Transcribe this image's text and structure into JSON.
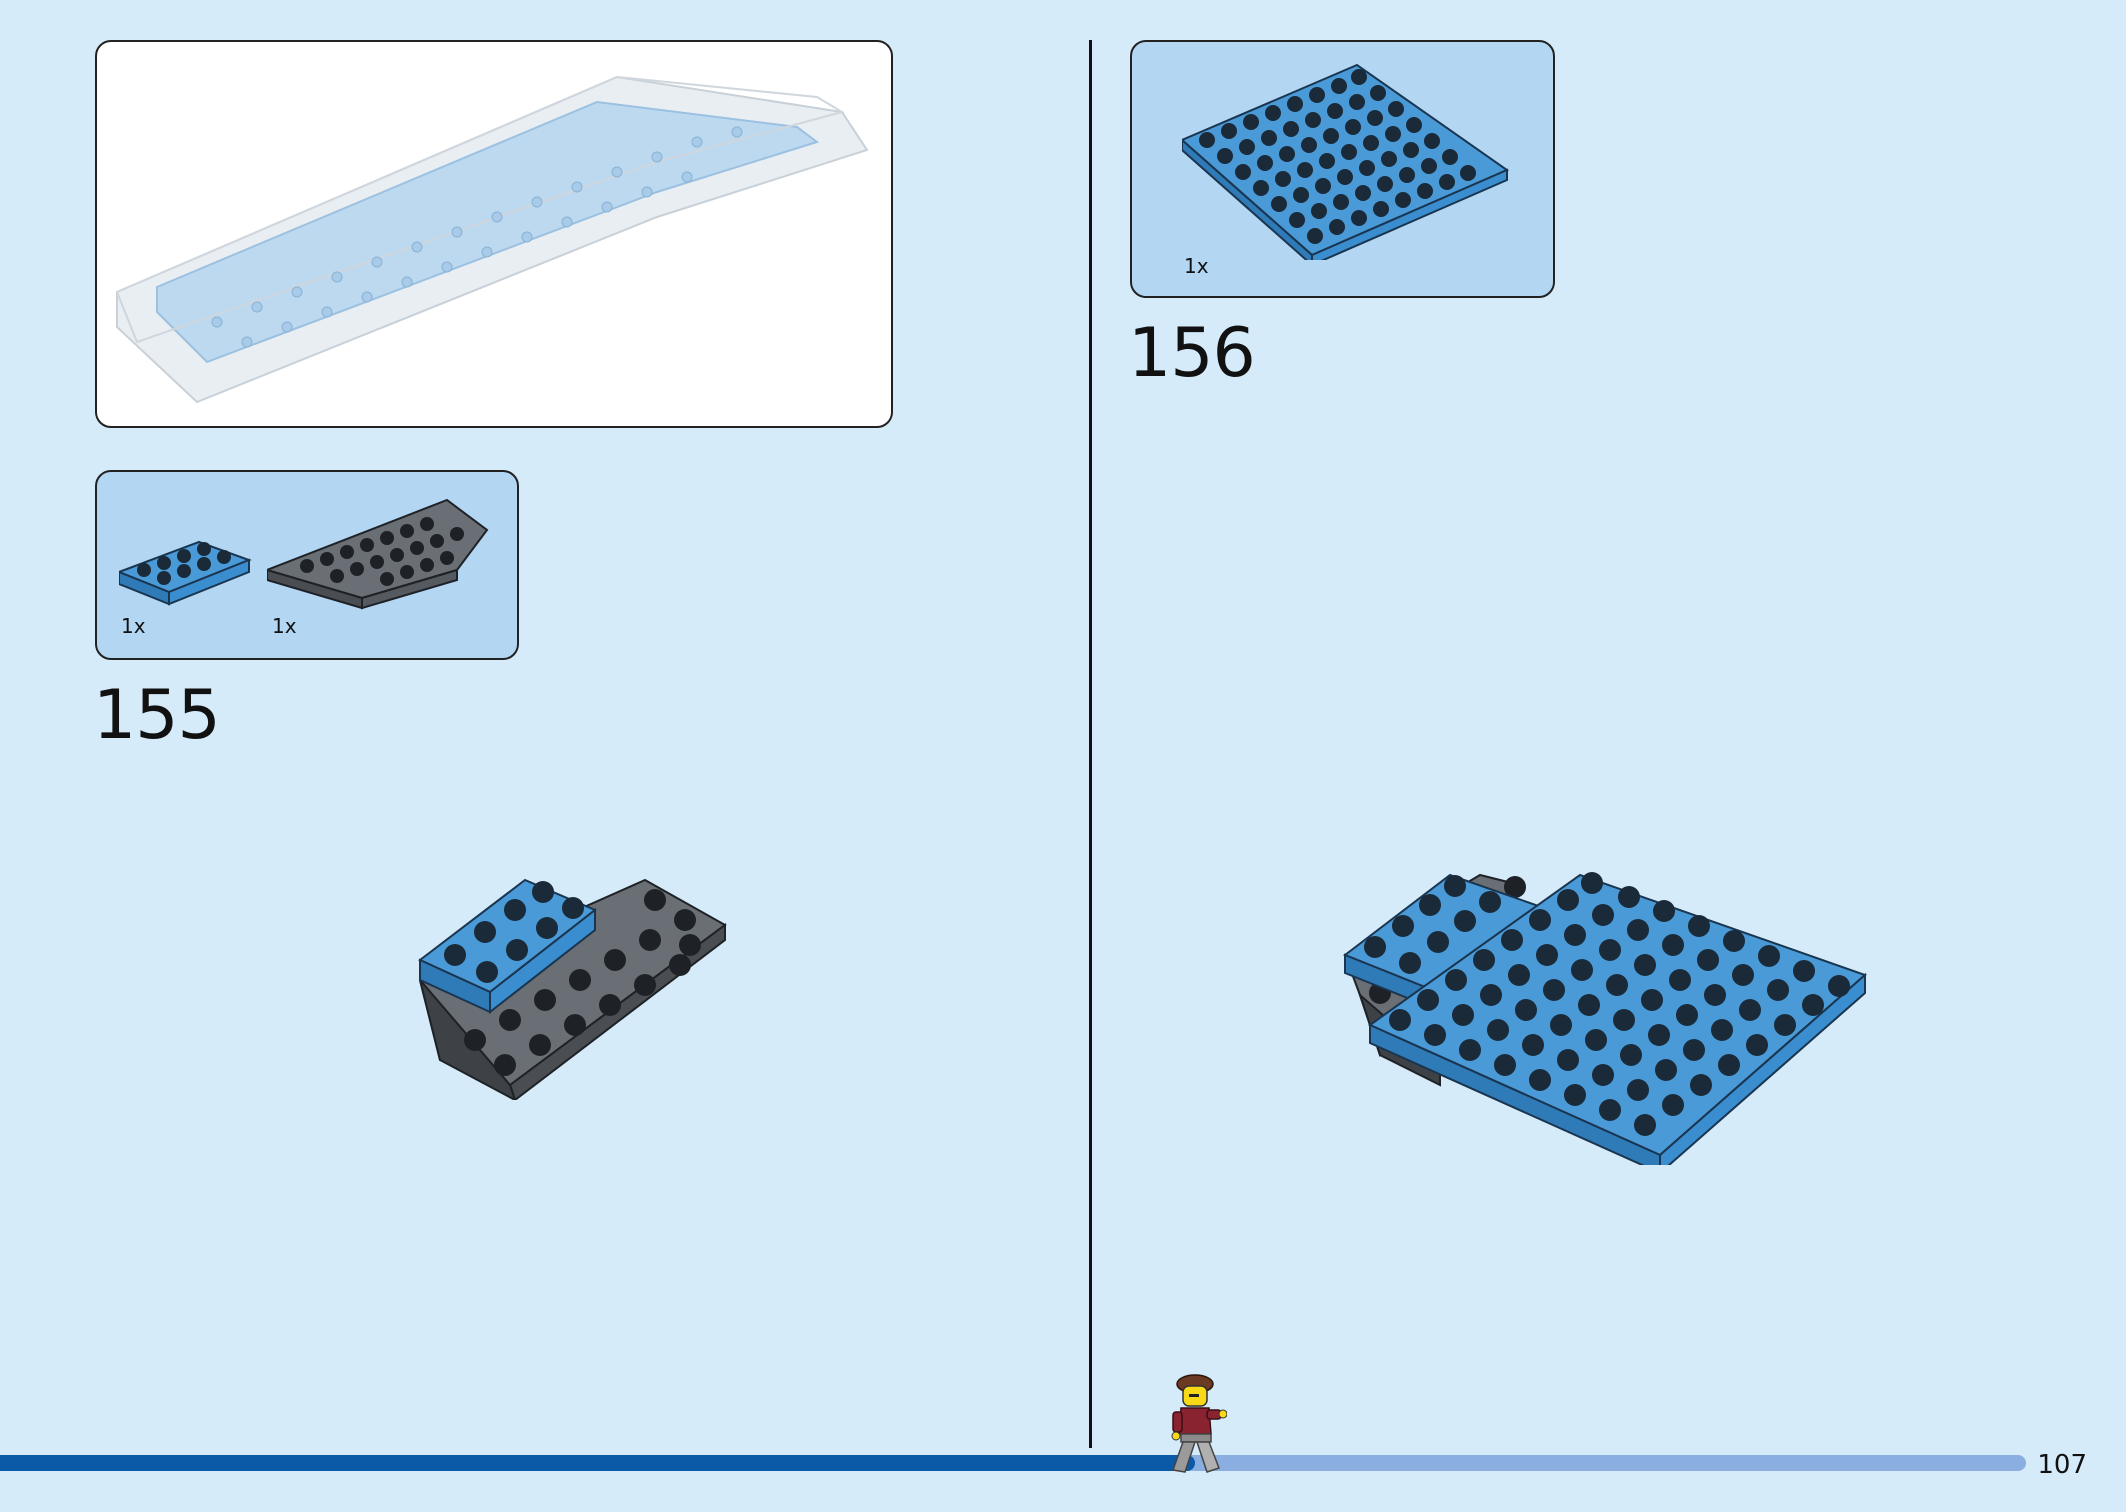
{
  "page": {
    "number": "107"
  },
  "steps": [
    {
      "number": "155",
      "parts": [
        {
          "qty": "1x",
          "name": "blue-plate-2x4"
        },
        {
          "qty": "1x",
          "name": "dark-gray-wedge-plate"
        }
      ]
    },
    {
      "number": "156",
      "parts": [
        {
          "qty": "1x",
          "name": "blue-plate-8x8"
        }
      ]
    }
  ],
  "progress": {
    "fraction": 0.59
  },
  "colors": {
    "background": "#d5ebf9",
    "parts_panel": "#b3d6f3",
    "brick_blue": "#3a8ed0",
    "brick_dark": "#555a60",
    "progress_dark": "#0a5aa8",
    "progress_light": "#8aaee0"
  },
  "icons": [
    "minifigure-walker-icon"
  ]
}
